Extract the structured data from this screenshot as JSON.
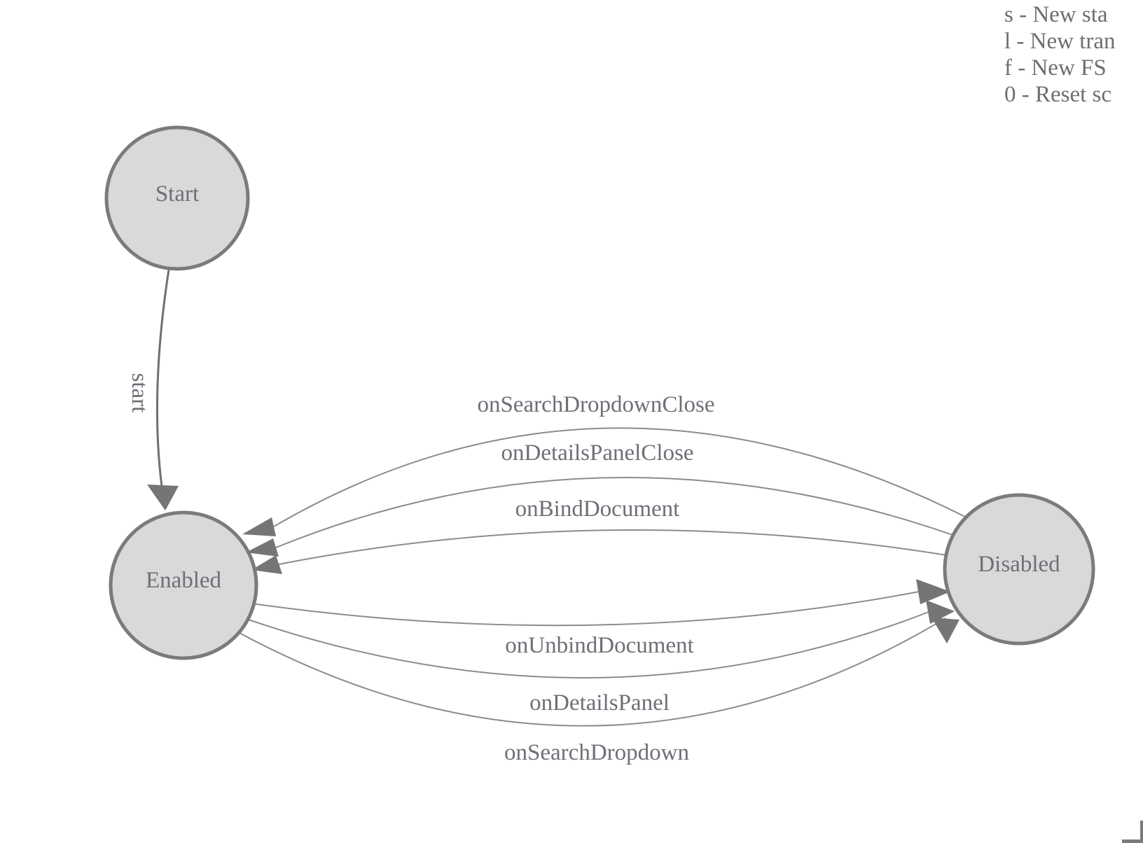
{
  "legend": {
    "lines": [
      "s - New sta",
      "l - New tran",
      "f - New FS",
      "0 - Reset sc"
    ]
  },
  "nodes": [
    {
      "id": "start",
      "label": "Start"
    },
    {
      "id": "enabled",
      "label": "Enabled"
    },
    {
      "id": "disabled",
      "label": "Disabled"
    }
  ],
  "edges": [
    {
      "label": "start",
      "from": "start",
      "to": "enabled"
    },
    {
      "label": "onSearchDropdownClose",
      "from": "disabled",
      "to": "enabled"
    },
    {
      "label": "onDetailsPanelClose",
      "from": "disabled",
      "to": "enabled"
    },
    {
      "label": "onBindDocument",
      "from": "disabled",
      "to": "enabled"
    },
    {
      "label": "onUnbindDocument",
      "from": "enabled",
      "to": "disabled"
    },
    {
      "label": "onDetailsPanel",
      "from": "enabled",
      "to": "disabled"
    },
    {
      "label": "onSearchDropdown",
      "from": "enabled",
      "to": "disabled"
    }
  ],
  "colors": {
    "background": "#ffffff",
    "node_fill": "#d9d9d9",
    "node_stroke": "#7b7b7b",
    "edge_stroke": "#8c8c8c",
    "start_edge_stroke": "#707070",
    "arrow_fill": "#757575",
    "label_text": "#6c7076",
    "legend_text": "#6e6e6e"
  }
}
